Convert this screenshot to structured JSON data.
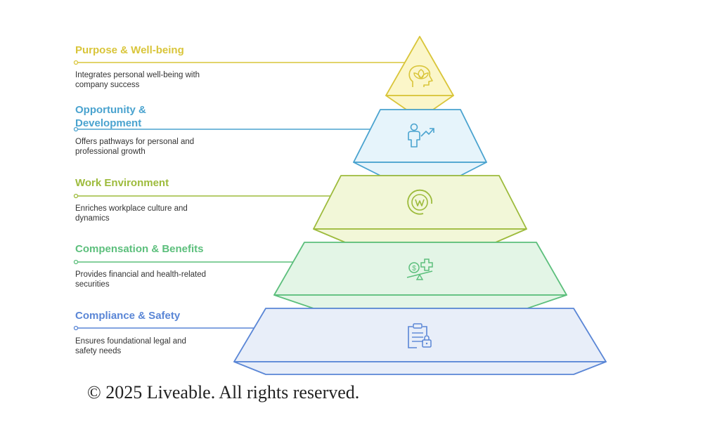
{
  "levels": [
    {
      "id": "purpose",
      "title_lines": [
        "Purpose & Well-being"
      ],
      "desc_lines": [
        "Integrates personal well-being with",
        "company success"
      ],
      "icon": "head-lotus-icon",
      "color": "#d9c53a",
      "fill": "#fbf6c9"
    },
    {
      "id": "opportunity",
      "title_lines": [
        "Opportunity &",
        "Development"
      ],
      "desc_lines": [
        "Offers pathways for personal and",
        "professional growth"
      ],
      "icon": "person-growth-icon",
      "color": "#4aa3cf",
      "fill": "#e6f4fb"
    },
    {
      "id": "environment",
      "title_lines": [
        "Work Environment"
      ],
      "desc_lines": [
        "Enriches workplace culture and",
        "dynamics"
      ],
      "icon": "workplace-logo-icon",
      "color": "#9dbb3c",
      "fill": "#f2f7d8"
    },
    {
      "id": "compensation",
      "title_lines": [
        "Compensation & Benefits"
      ],
      "desc_lines": [
        "Provides financial and health-related",
        "securities"
      ],
      "icon": "money-health-balance-icon",
      "color": "#5cbf7c",
      "fill": "#e3f5e6"
    },
    {
      "id": "compliance",
      "title_lines": [
        "Compliance & Safety"
      ],
      "desc_lines": [
        "Ensures foundational legal and",
        "safety needs"
      ],
      "icon": "clipboard-lock-icon",
      "color": "#5a86d6",
      "fill": "#e8eef9"
    }
  ],
  "footer": {
    "copyright": "© 2025 Liveable. All rights reserved."
  }
}
